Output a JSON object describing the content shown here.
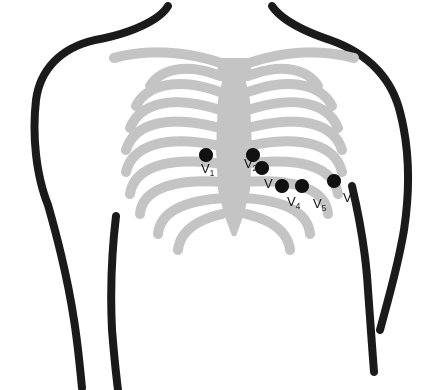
{
  "leads": [
    {
      "id": "v1",
      "letter": "V",
      "sub": "1"
    },
    {
      "id": "v2",
      "letter": "V",
      "sub": "2"
    },
    {
      "id": "v3",
      "letter": "V",
      "sub": ""
    },
    {
      "id": "v4",
      "letter": "V",
      "sub": "4"
    },
    {
      "id": "v5",
      "letter": "V",
      "sub": "5"
    },
    {
      "id": "v6",
      "letter": "V",
      "sub": ""
    }
  ],
  "colors": {
    "outline": "#1a1a1a",
    "skeleton": "#c4c4c4",
    "electrode": "#111111",
    "background": "#ffffff"
  }
}
